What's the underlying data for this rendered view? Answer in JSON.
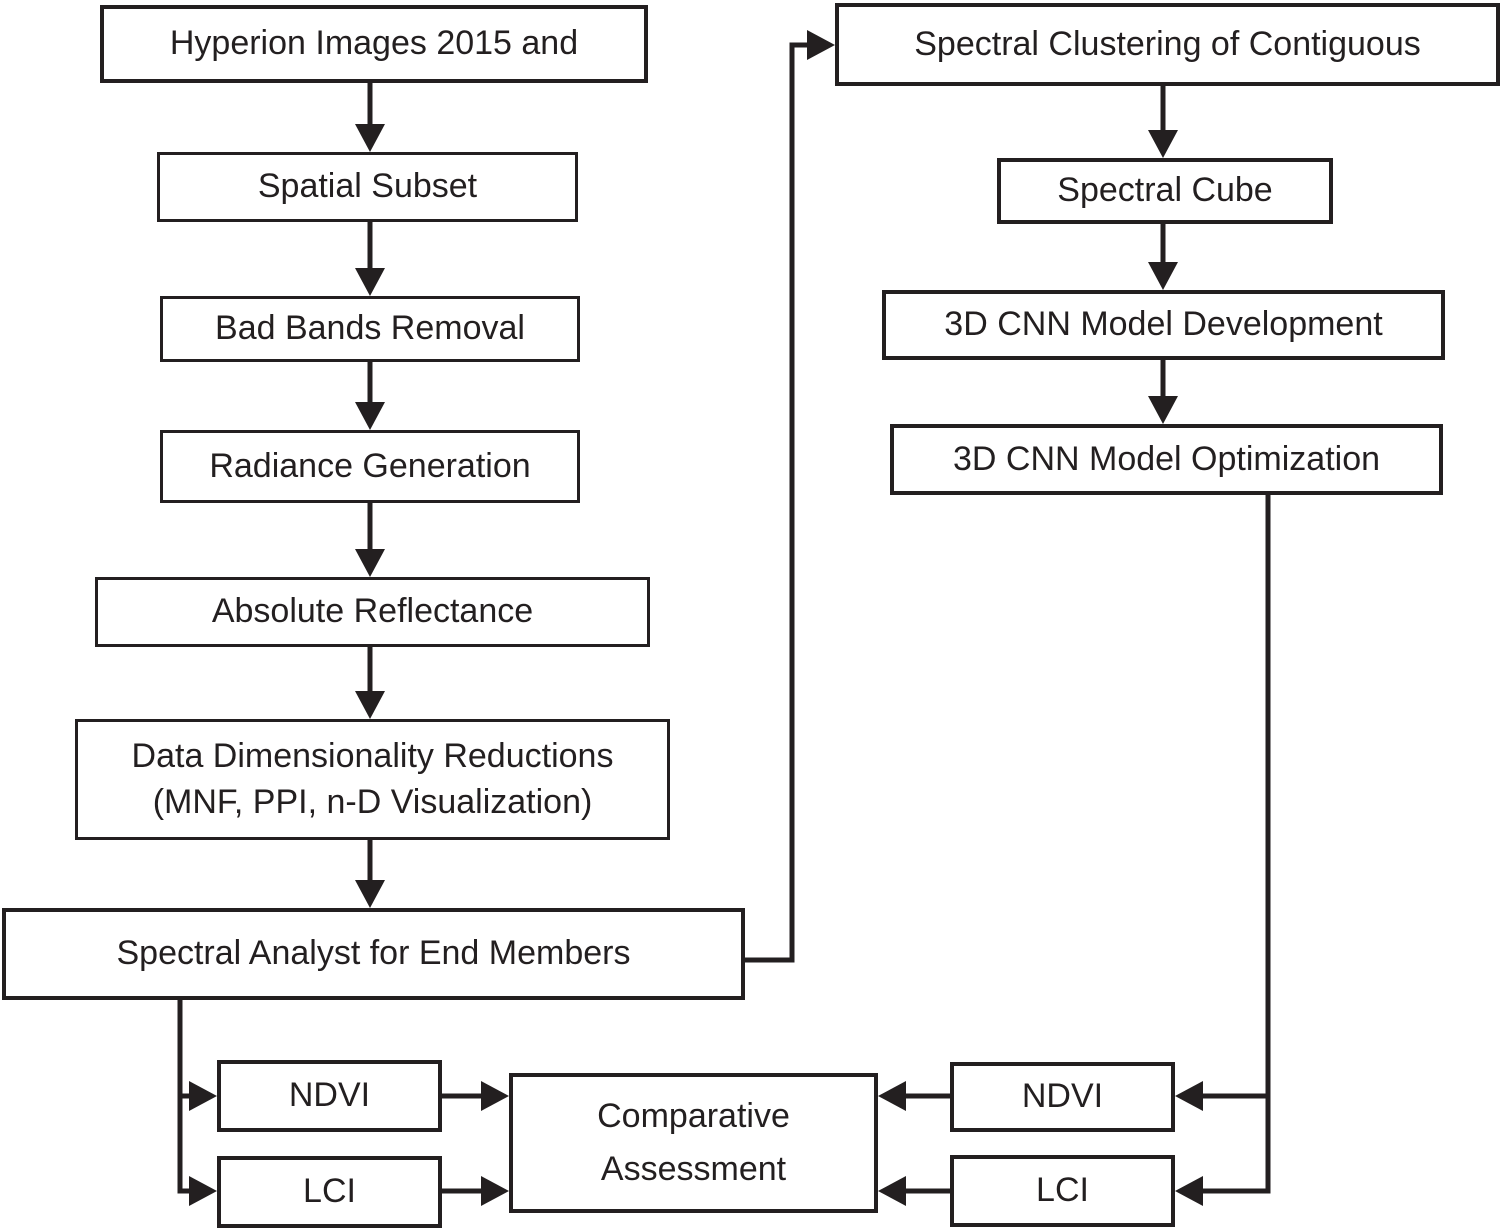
{
  "diagram": {
    "colors": {
      "background": "#ffffff",
      "ink": "#231f20"
    },
    "left_column": {
      "hyperion": "Hyperion Images 2015 and",
      "spatial_subset": "Spatial Subset",
      "bad_bands_removal": "Bad Bands Removal",
      "radiance_generation": "Radiance Generation",
      "absolute_reflectance": "Absolute Reflectance",
      "dim_reduction_line1": "Data Dimensionality Reductions",
      "dim_reduction_line2": "(MNF, PPI, n-D Visualization)",
      "spectral_analyst": "Spectral Analyst for End Members"
    },
    "right_column": {
      "spectral_clustering": "Spectral Clustering of Contiguous",
      "spectral_cube": "Spectral Cube",
      "cnn_development": "3D CNN Model Development",
      "cnn_optimization": "3D CNN Model Optimization"
    },
    "bottom_row": {
      "ndvi_left": "NDVI",
      "lci_left": "LCI",
      "comparative_assessment": "Comparative Assessment",
      "ndvi_right": "NDVI",
      "lci_right": "LCI"
    }
  }
}
